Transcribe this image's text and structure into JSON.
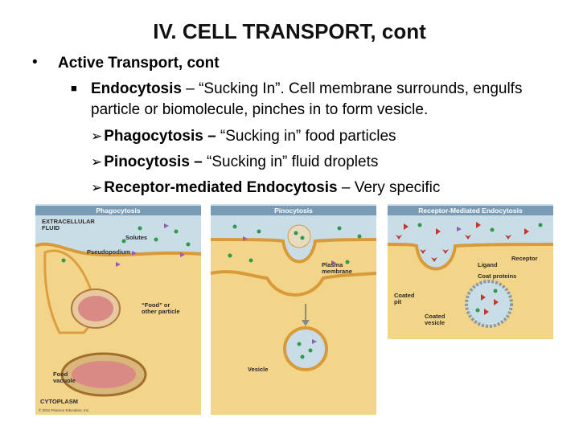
{
  "slide": {
    "title": "IV.  CELL TRANSPORT, cont",
    "bullet1": "Active Transport, cont",
    "sub": {
      "term": "Endocytosis",
      "rest_line1": " – “Sucking In”.  Cell membrane surrounds, engulfs",
      "line2": "particle or biomolecule, pinches in to form vesicle."
    },
    "items": [
      {
        "term": "Phagocytosis –",
        "desc": " “Sucking in” food particles"
      },
      {
        "term": "Pinocytosis –",
        "desc": " “Sucking in” fluid droplets"
      },
      {
        "term": "Receptor-mediated Endocytosis",
        "desc": " – Very specific"
      }
    ]
  },
  "figure": {
    "panels": [
      "Phagocytosis",
      "Pinocytosis",
      "Receptor-Mediated Endocytosis"
    ],
    "labels": {
      "extracellular": [
        "EXTRACELLULAR",
        "FLUID"
      ],
      "solutes": "Solutes",
      "pseudopodium": "Pseudopodium",
      "food": [
        "“Food” or",
        "other particle"
      ],
      "food_vacuole": [
        "Food",
        "vacuole"
      ],
      "cytoplasm": "CYTOPLASM",
      "plasma_membrane": [
        "Plasma",
        "membrane"
      ],
      "vesicle": "Vesicle",
      "receptor": "Receptor",
      "ligand": "Ligand",
      "coat_proteins": "Coat proteins",
      "coated_pit": [
        "Coated",
        "pit"
      ],
      "coated_vesicle": [
        "Coated",
        "vesicle"
      ]
    },
    "copyright": "© 2011 Pearson Education, Inc."
  },
  "colors": {
    "panel_header": "#7a9bb5",
    "cytoplasm": "#f3d58a",
    "fluid": "#c9dde6",
    "membrane": "#d99a3a",
    "particle": "#d98a84"
  }
}
